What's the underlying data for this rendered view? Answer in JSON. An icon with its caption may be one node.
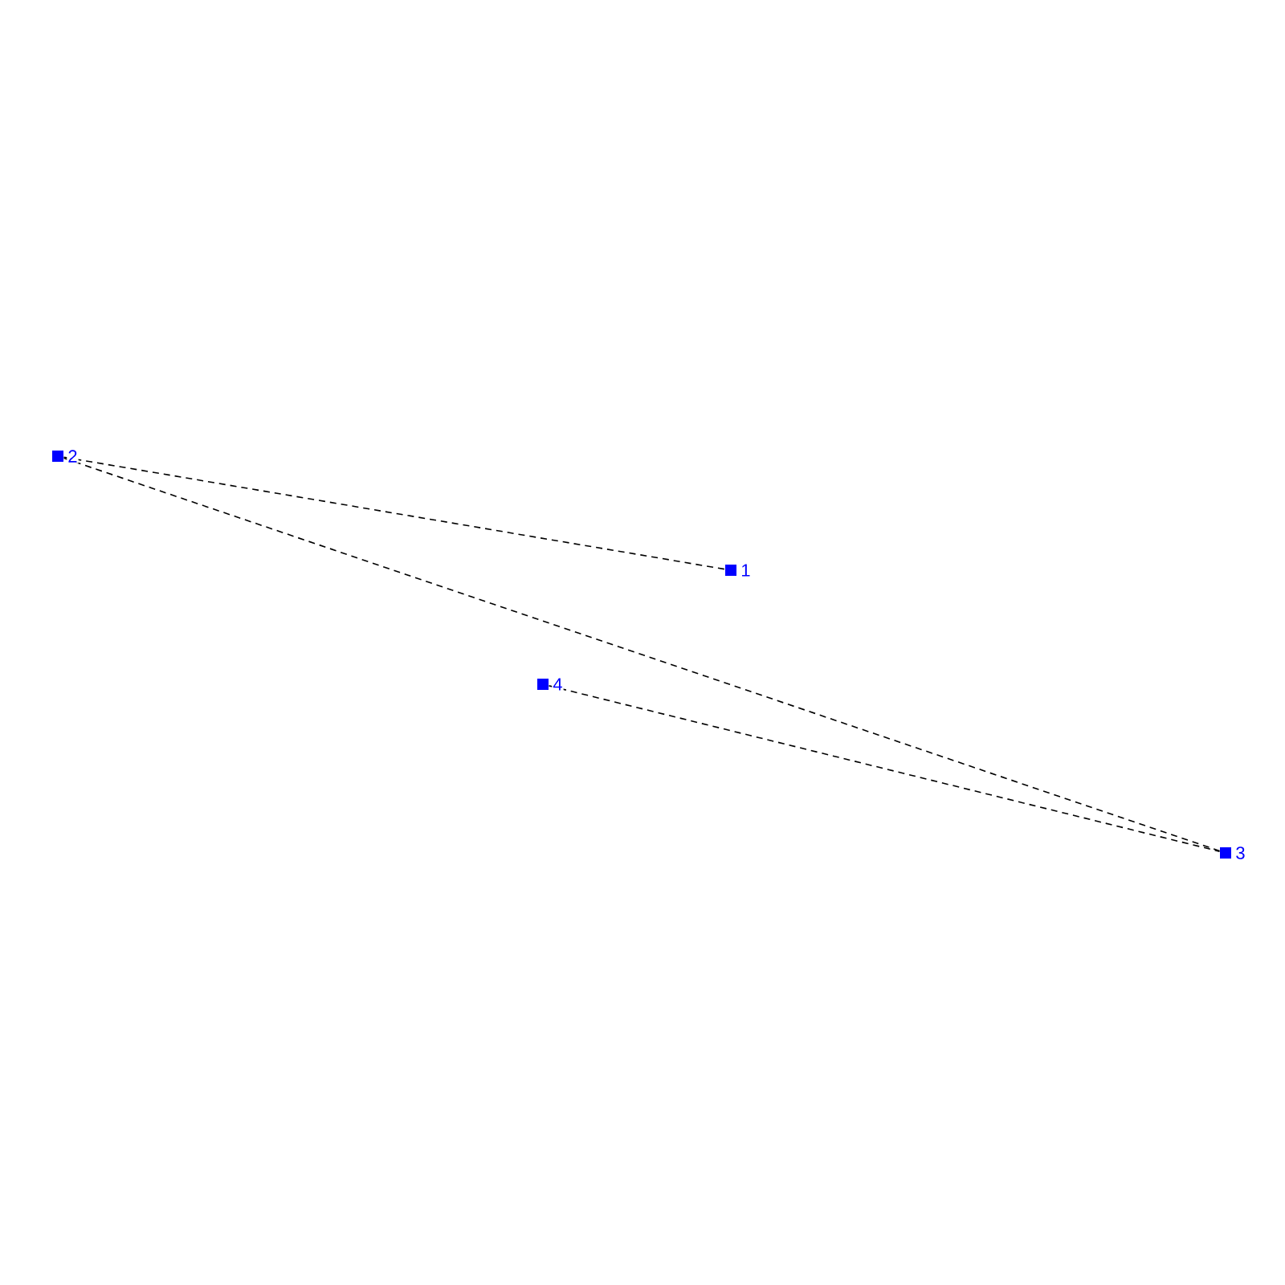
{
  "diagram": {
    "nodes": [
      {
        "text": [],
        "shape": "box",
        "beside": [
          "2"
        ]
      },
      {
        "text": [],
        "shape": "box",
        "beside": [
          "1"
        ]
      },
      {
        "text": [],
        "shape": "box",
        "beside": [
          "4"
        ]
      },
      {
        "text": [],
        "shape": "box",
        "beside": [
          "3"
        ]
      }
    ],
    "edges": [
      {
        "from": 0,
        "to": 1,
        "arrow": "none",
        "style": "dashed"
      },
      {
        "from": 0,
        "to": 3,
        "arrow": "none",
        "style": "dashed"
      },
      {
        "from": 2,
        "to": 3,
        "arrow": "none",
        "style": "dashed"
      }
    ]
  }
}
